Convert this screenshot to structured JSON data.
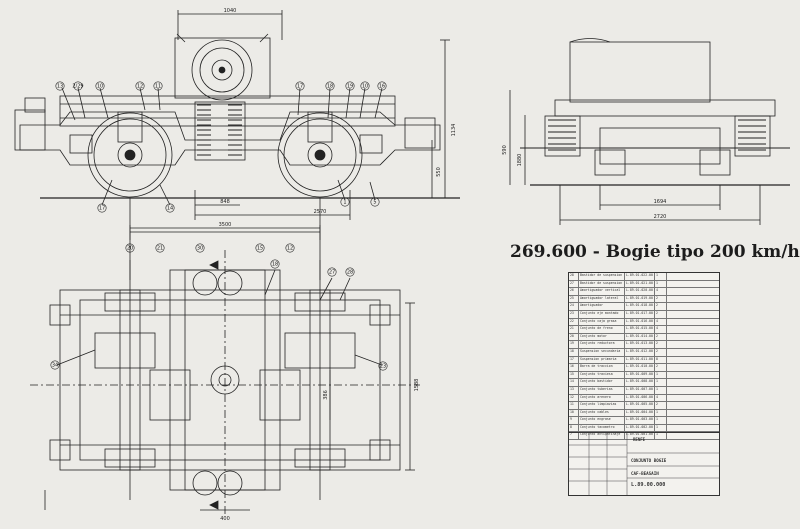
{
  "caption": {
    "code": "269.600",
    "separator": " - ",
    "title": "Bogie tipo 200 km/h"
  },
  "dimensions": {
    "top_overall": "1040",
    "side_height": "1134",
    "side_small": "550",
    "side_bottom_1": "848",
    "side_bottom_2": "2570",
    "side_bottom_3": "3500",
    "end_height": "590",
    "end_height_2": "1880",
    "end_width_1": "1694",
    "end_width_2": "2720",
    "plan_height": "1588",
    "plan_small": "400",
    "plan_inner": "386"
  },
  "callouts": {
    "side": [
      "13",
      "2/29",
      "10",
      "12",
      "11",
      "17",
      "18",
      "19",
      "10",
      "16",
      "17",
      "14",
      "1",
      "5",
      "20",
      "21",
      "30",
      "15",
      "12"
    ],
    "plan": [
      "18",
      "27",
      "28",
      "34",
      "23"
    ]
  },
  "parts_table": {
    "rows": [
      {
        "num": "28",
        "desc": "Bastidor de suspension",
        "code": "L.89.01.022.00",
        "qty": "1"
      },
      {
        "num": "27",
        "desc": "Bastidor de suspension",
        "code": "L.89.01.021.00",
        "qty": "1"
      },
      {
        "num": "26",
        "desc": "Amortiguador vertical",
        "code": "L.89.01.020.00",
        "qty": "4"
      },
      {
        "num": "25",
        "desc": "Amortiguador lateral",
        "code": "L.89.01.019.00",
        "qty": "2"
      },
      {
        "num": "24",
        "desc": "Amortiguador",
        "code": "L.89.01.018.00",
        "qty": "2"
      },
      {
        "num": "23",
        "desc": "Conjunto eje montado",
        "code": "L.89.01.017.00",
        "qty": "2"
      },
      {
        "num": "22",
        "desc": "Conjunto caja grasa",
        "code": "L.89.01.016.00",
        "qty": "4"
      },
      {
        "num": "21",
        "desc": "Conjunto de freno",
        "code": "L.89.01.015.00",
        "qty": "4"
      },
      {
        "num": "20",
        "desc": "Conjunto motor",
        "code": "L.89.01.014.00",
        "qty": "2"
      },
      {
        "num": "19",
        "desc": "Conjunto reductora",
        "code": "L.89.01.013.00",
        "qty": "2"
      },
      {
        "num": "18",
        "desc": "Suspension secundaria",
        "code": "L.89.01.012.00",
        "qty": "2"
      },
      {
        "num": "17",
        "desc": "Suspension primaria",
        "code": "L.89.01.011.00",
        "qty": "8"
      },
      {
        "num": "16",
        "desc": "Barra de traccion",
        "code": "L.89.01.010.00",
        "qty": "2"
      },
      {
        "num": "15",
        "desc": "Conjunto traviesa",
        "code": "L.89.01.009.00",
        "qty": "1"
      },
      {
        "num": "14",
        "desc": "Conjunto bastidor",
        "code": "L.89.01.008.00",
        "qty": "1"
      },
      {
        "num": "13",
        "desc": "Conjunto tuberias",
        "code": "L.89.01.007.00",
        "qty": "1"
      },
      {
        "num": "12",
        "desc": "Conjunto arenero",
        "code": "L.89.01.006.00",
        "qty": "4"
      },
      {
        "num": "11",
        "desc": "Conjunto limpiavias",
        "code": "L.89.01.005.00",
        "qty": "2"
      },
      {
        "num": "10",
        "desc": "Conjunto cables",
        "code": "L.89.01.004.00",
        "qty": "1"
      },
      {
        "num": "9",
        "desc": "Conjunto engrase",
        "code": "L.89.01.003.00",
        "qty": "1"
      },
      {
        "num": "8",
        "desc": "Conjunto tacometro",
        "code": "L.89.01.002.00",
        "qty": "1"
      },
      {
        "num": "7",
        "desc": "Conjunto antipatinaje",
        "code": "L.89.01.001.00",
        "qty": "1"
      }
    ]
  },
  "title_block": {
    "logo": "RENFE",
    "title": "CONJUNTO BOGIE",
    "company": "CAF-BEASAIN",
    "drawing_number": "L.89.00.000"
  }
}
